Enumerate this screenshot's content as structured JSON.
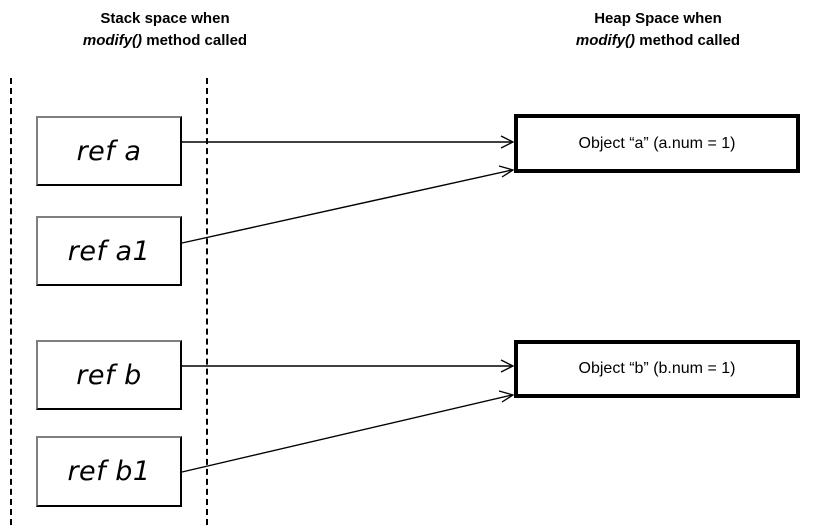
{
  "diagram": {
    "titles": {
      "stack": {
        "line1": "Stack space when",
        "line2_italic": "modify()",
        "line2_rest": " method called"
      },
      "heap": {
        "line1": "Heap Space when",
        "line2_italic": "modify()",
        "line2_rest": " method called"
      }
    },
    "stack_boxes": [
      {
        "label": "ref a"
      },
      {
        "label": "ref a1"
      },
      {
        "label": "ref b"
      },
      {
        "label": "ref b1"
      }
    ],
    "heap_boxes": [
      {
        "label": "Object “a” (a.num = 1)"
      },
      {
        "label": "Object “b” (b.num = 1)"
      }
    ],
    "arrows": [
      {
        "from": "ref a",
        "to": "Object “a” (a.num = 1)",
        "style": "straight"
      },
      {
        "from": "ref a1",
        "to": "Object “a” (a.num = 1)",
        "style": "diagonal"
      },
      {
        "from": "ref b",
        "to": "Object “b” (b.num = 1)",
        "style": "straight"
      },
      {
        "from": "ref b1",
        "to": "Object “b” (b.num = 1)",
        "style": "diagonal"
      }
    ],
    "colors": {
      "background": "#ffffff",
      "text": "#000000",
      "stack_border_light": "#7f7f7f",
      "stack_border_dark": "#000000",
      "heap_border": "#000000",
      "divider": "#000000"
    }
  }
}
